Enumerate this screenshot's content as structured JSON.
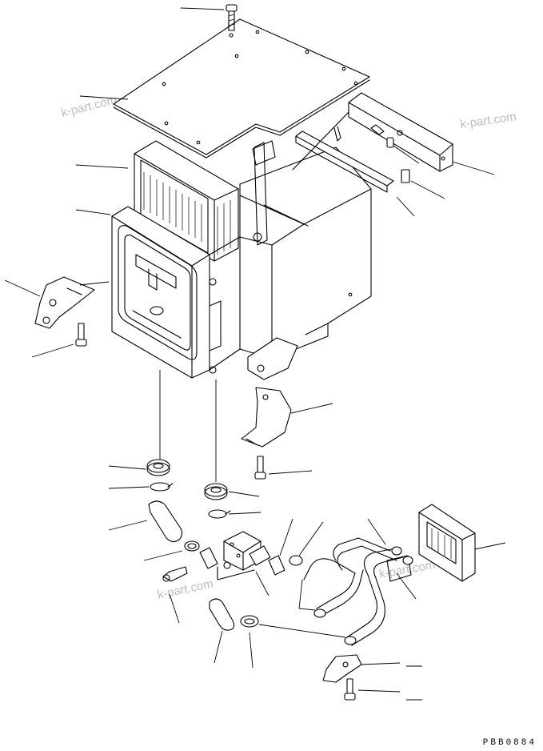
{
  "figure": {
    "code": "PBB0884",
    "watermarks": [
      "k-part.com",
      "k-part.com",
      "k-part.com",
      "k-part.com"
    ]
  }
}
